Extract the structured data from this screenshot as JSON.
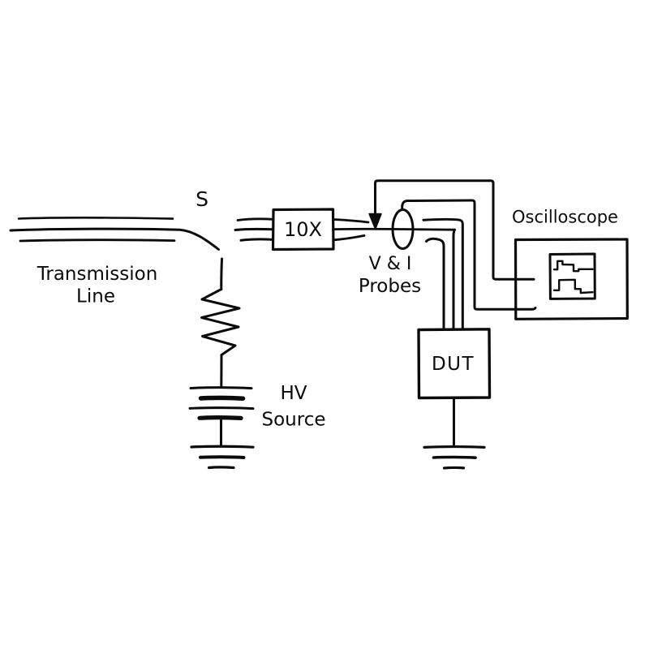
{
  "diagram": {
    "style": "hand-drawn black-ink schematic",
    "colors": {
      "ink": "#0b0b0b",
      "background": "#ffffff"
    },
    "labels": {
      "transmission_line_1": "Transmission",
      "transmission_line_2": "Line",
      "switch": "S",
      "attenuator": "10X",
      "probes_1": "V & I",
      "probes_2": "Probes",
      "hv_source_1": "HV",
      "hv_source_2": "Source",
      "dut": "DUT",
      "oscilloscope": "Oscilloscope"
    },
    "icons": {
      "voltage_probe_marker": "down-arrow",
      "current_probe": "ellipse-ring",
      "oscilloscope_screen": "double-step-pulse-waveform",
      "ground": "three-bar-ground",
      "battery": "two-cell-battery",
      "resistor": "zigzag",
      "switch": "open-blade-switch",
      "cable": "three-parallel-lines"
    }
  }
}
